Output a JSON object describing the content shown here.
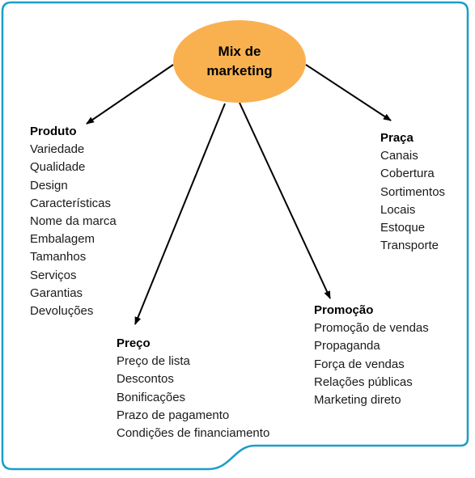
{
  "center": {
    "line1": "Mix de",
    "line2": "marketing"
  },
  "nodes": {
    "produto": {
      "title": "Produto",
      "items": [
        "Variedade",
        "Qualidade",
        "Design",
        "Características",
        "Nome da marca",
        "Embalagem",
        "Tamanhos",
        "Serviços",
        "Garantias",
        "Devoluções"
      ]
    },
    "preco": {
      "title": "Preço",
      "items": [
        "Preço de lista",
        "Descontos",
        "Bonificações",
        "Prazo de pagamento",
        "Condições de financiamento"
      ]
    },
    "promocao": {
      "title": "Promoção",
      "items": [
        "Promoção de vendas",
        "Propaganda",
        "Força de vendas",
        "Relações públicas",
        "Marketing direto"
      ]
    },
    "praca": {
      "title": "Praça",
      "items": [
        "Canais",
        "Cobertura",
        "Sortimentos",
        "Locais",
        "Estoque",
        "Transporte"
      ]
    }
  },
  "colors": {
    "frame_border": "#1a9ec7",
    "ellipse_fill": "#f9b14f",
    "arrow": "#000000"
  }
}
